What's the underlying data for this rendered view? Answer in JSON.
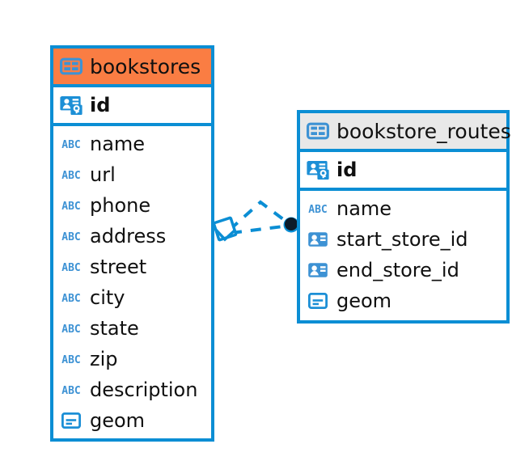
{
  "diagram": {
    "type": "entity-relationship-diagram",
    "colors": {
      "border": "#0b8ed4",
      "accent_header": "#fa7d43",
      "neutral_header": "#e8e8e8",
      "icon_blue": "#3d92d4",
      "connector": "#0b8ed4",
      "endpoint_dot": "#0a1a2a",
      "text": "#101010",
      "background": "#ffffff"
    },
    "entities": [
      {
        "name": "bookstores",
        "header_style": "accent",
        "table_icon": "table-icon",
        "primary_keys": [
          {
            "label": "id",
            "icon": "primary-key-icon",
            "type": "pk"
          }
        ],
        "fields": [
          {
            "label": "name",
            "icon": "text-abc-icon",
            "type": "text"
          },
          {
            "label": "url",
            "icon": "text-abc-icon",
            "type": "text"
          },
          {
            "label": "phone",
            "icon": "text-abc-icon",
            "type": "text"
          },
          {
            "label": "address",
            "icon": "text-abc-icon",
            "type": "text"
          },
          {
            "label": "street",
            "icon": "text-abc-icon",
            "type": "text"
          },
          {
            "label": "city",
            "icon": "text-abc-icon",
            "type": "text"
          },
          {
            "label": "state",
            "icon": "text-abc-icon",
            "type": "text"
          },
          {
            "label": "zip",
            "icon": "text-abc-icon",
            "type": "text"
          },
          {
            "label": "description",
            "icon": "text-abc-icon",
            "type": "text"
          },
          {
            "label": "geom",
            "icon": "geometry-icon",
            "type": "geometry"
          }
        ]
      },
      {
        "name": "bookstore_routes",
        "header_style": "neutral",
        "table_icon": "table-icon",
        "primary_keys": [
          {
            "label": "id",
            "icon": "primary-key-icon",
            "type": "pk"
          }
        ],
        "fields": [
          {
            "label": "name",
            "icon": "text-abc-icon",
            "type": "text"
          },
          {
            "label": "start_store_id",
            "icon": "foreign-key-icon",
            "type": "fk"
          },
          {
            "label": "end_store_id",
            "icon": "foreign-key-icon",
            "type": "fk"
          },
          {
            "label": "geom",
            "icon": "geometry-icon",
            "type": "geometry"
          }
        ]
      }
    ],
    "relationship": {
      "from_entity": "bookstores",
      "to_entity": "bookstore_routes",
      "style": "dashed",
      "source_marker": "diamond-marker",
      "target_marker": "filled-circle-marker",
      "branch_count": 2
    }
  }
}
